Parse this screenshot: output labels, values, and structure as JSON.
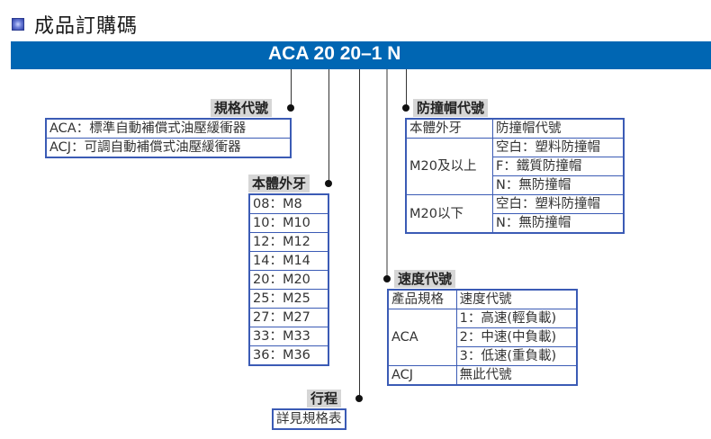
{
  "title": "成品訂購碼",
  "model_code": "ACA 20 20–1 N",
  "spec_code": {
    "label": "規格代號",
    "rows": [
      "ACA：標準自動補償式油壓緩衝器",
      "ACJ：可調自動補償式油壓緩衝器"
    ]
  },
  "thread": {
    "label": "本體外牙",
    "rows": [
      "08：M8",
      "10：M10",
      "12：M12",
      "14：M14",
      "20：M20",
      "25：M25",
      "27：M27",
      "33：M33",
      "36：M36"
    ]
  },
  "stroke": {
    "label": "行程",
    "value": "詳見規格表"
  },
  "cap_code": {
    "label": "防撞帽代號",
    "header": [
      "本體外牙",
      "防撞帽代號"
    ],
    "groups": [
      {
        "thread": "M20及以上",
        "options": [
          "空白：塑料防撞帽",
          "F：鐵質防撞帽",
          "N：無防撞帽"
        ]
      },
      {
        "thread": "M20以下",
        "options": [
          "空白：塑料防撞帽",
          "N：無防撞帽"
        ]
      }
    ]
  },
  "speed_code": {
    "label": "速度代號",
    "header": [
      "產品規格",
      "速度代號"
    ],
    "groups": [
      {
        "spec": "ACA",
        "options": [
          "1：高速(輕負載)",
          "2：中速(中負載)",
          "3：低速(重負載)"
        ]
      },
      {
        "spec": "ACJ",
        "options": [
          "無此代號"
        ]
      }
    ]
  }
}
